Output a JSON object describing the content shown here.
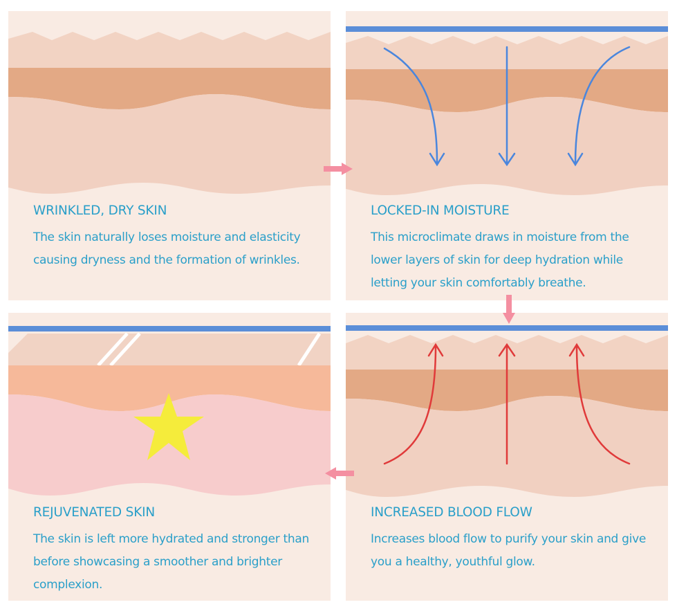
{
  "panels": [
    {
      "title": "WRINKLED, DRY SKIN",
      "body": "The skin naturally loses moisture and elasticity causing dryness and the formation of wrinkles.",
      "colors": {
        "epidermis": "#f2d3c3",
        "dermis": "#e3a985",
        "hypodermis": "#f1d0c1",
        "background": "#f9ebe3"
      }
    },
    {
      "title": "LOCKED-IN MOISTURE",
      "body": "This microclimate draws in moisture from the lower layers of skin for deep hydration while letting your skin comfortably breathe.",
      "arrows": "blue-downward",
      "colors": {
        "film": "#5b8ed8",
        "arrow": "#4a86dd"
      }
    },
    {
      "title": "INCREASED BLOOD FLOW",
      "body": "Increases blood flow to purify your skin and give you a healthy, youthful glow.",
      "arrows": "red-upward",
      "colors": {
        "film": "#5b8ed8",
        "arrow": "#e03a3a"
      }
    },
    {
      "title": "REJUVENATED SKIN",
      "body": "The skin is left more hydrated and stronger than before showcasing a smoother and brighter complexion.",
      "icon": "star-icon",
      "colors": {
        "epidermis": "#f1d3c4",
        "dermis": "#f6b99a",
        "hypodermis": "#f7cccc",
        "star": "#f5ec3b"
      }
    }
  ],
  "connectors": {
    "color": "#f48fa1",
    "icon": "arrow-icon"
  }
}
